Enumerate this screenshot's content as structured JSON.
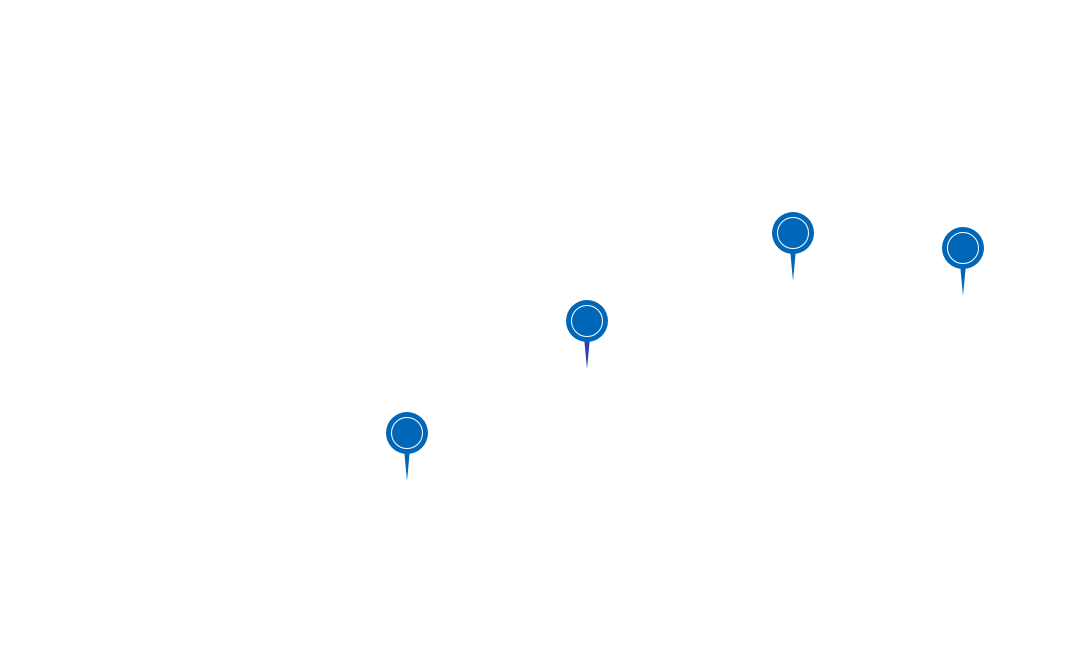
{
  "map": {
    "background_color": "#ffffff",
    "pin_color": "#0067b8",
    "pin_tail_color_alt": "#2a3fb0",
    "markers": [
      {
        "id": "pin-1",
        "icon": "map-pin-icon",
        "tail_color": "#0067b8"
      },
      {
        "id": "pin-2",
        "icon": "map-pin-icon",
        "tail_color": "#2a3fb0"
      },
      {
        "id": "pin-3",
        "icon": "map-pin-icon",
        "tail_color": "#0067b8"
      },
      {
        "id": "pin-4",
        "icon": "map-pin-icon",
        "tail_color": "#0067b8"
      }
    ]
  }
}
